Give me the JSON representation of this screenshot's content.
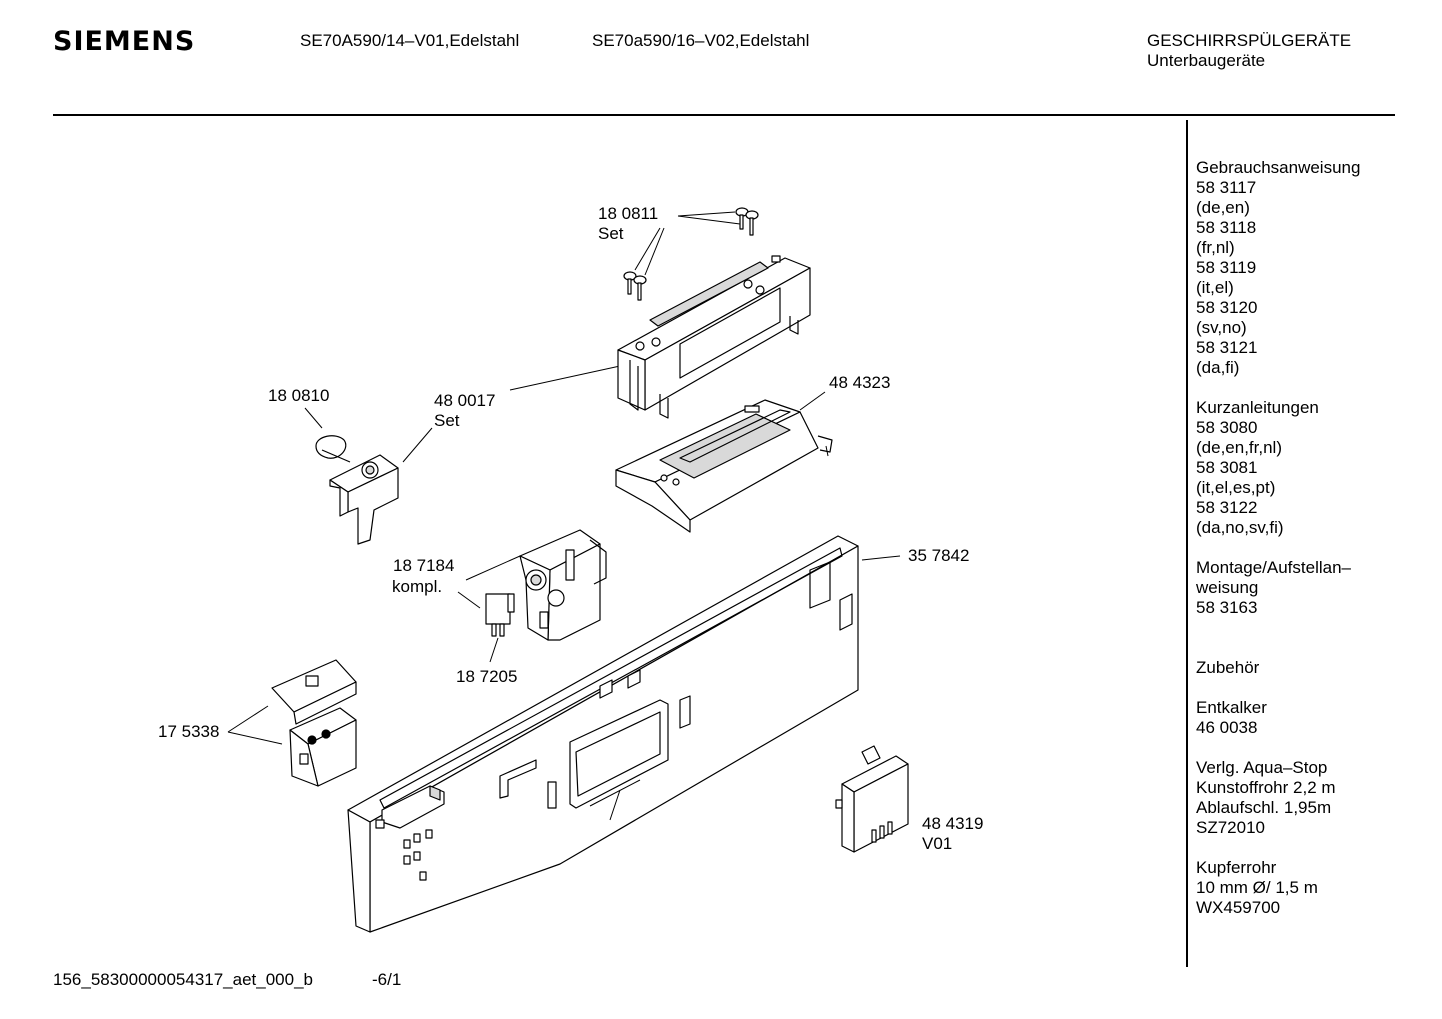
{
  "header": {
    "brand": "SIEMENS",
    "model1": "SE70A590/14–V01,Edelstahl",
    "model2": "SE70a590/16–V02,Edelstahl",
    "category": "GESCHIRRSPÜLGERÄTE",
    "subcategory": "Unterbaugeräte"
  },
  "labels": {
    "p180811": "18 0811",
    "p180811_set": "Set",
    "p180810": "18 0810",
    "p480017": "48 0017",
    "p480017_set": "Set",
    "p484323": "48 4323",
    "p187184": "18 7184",
    "p187184_kompl": "kompl.",
    "p357842": "35 7842",
    "p187205": "18 7205",
    "p175338": "17 5338",
    "p484319": "48 4319",
    "p484319_v": "V01"
  },
  "sidebar": {
    "manual_title": "Gebrauchsanweisung",
    "manual_lines": [
      "58 3117",
      "(de,en)",
      "58 3118",
      "(fr,nl)",
      "58 3119",
      "(it,el)",
      "58 3120",
      "(sv,no)",
      "58 3121",
      "(da,fi)"
    ],
    "short_title": "Kurzanleitungen",
    "short_lines": [
      "58 3080",
      "(de,en,fr,nl)",
      "58 3081",
      "(it,el,es,pt)",
      "58 3122",
      "(da,no,sv,fi)"
    ],
    "mount_lines": [
      "Montage/Aufstellan–",
      "weisung",
      "58 3163"
    ],
    "accessory_title": "Zubehör",
    "descaler_lines": [
      "Entkalker",
      "46 0038"
    ],
    "aquastop_lines": [
      "Verlg. Aqua–Stop",
      "Kunstoffrohr 2,2 m",
      "Ablaufschl. 1,95m",
      "SZ72010"
    ],
    "copper_lines": [
      "Kupferrohr",
      "10 mm Ø/ 1,5 m",
      "WX459700"
    ]
  },
  "footer": {
    "doc_id": "156_58300000054317_aet_000_b",
    "page": "-6/1"
  }
}
